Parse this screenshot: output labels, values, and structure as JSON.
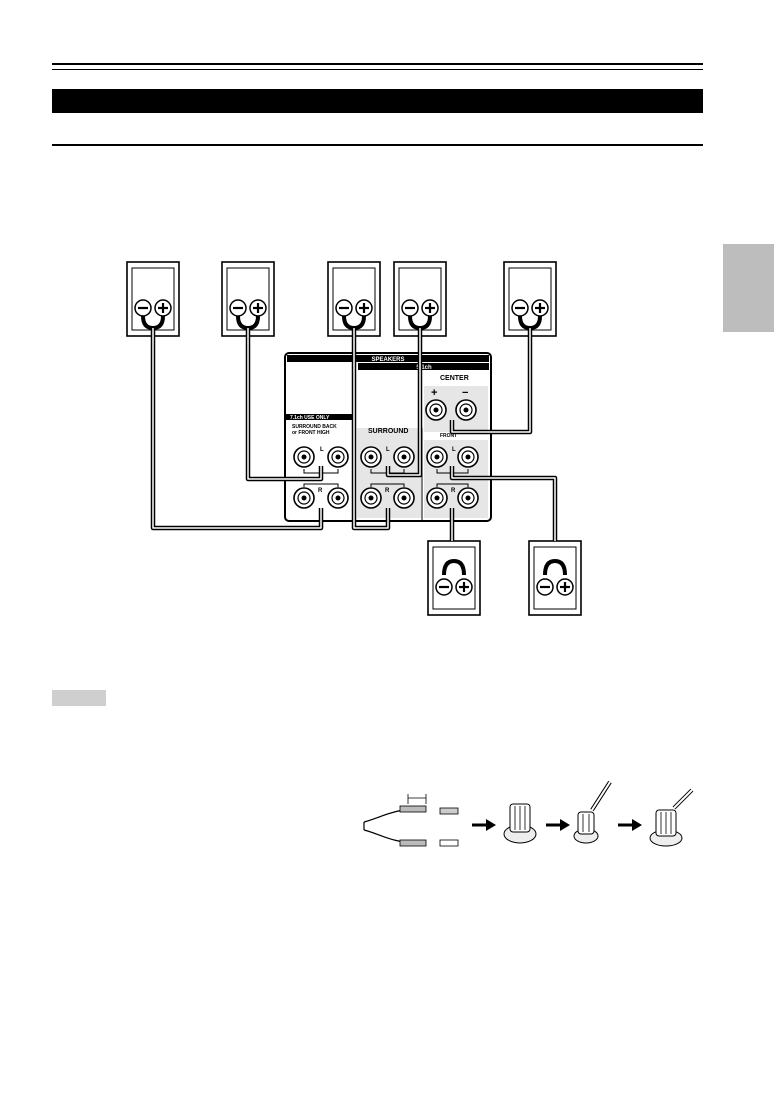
{
  "speaker_panel": {
    "header": "SPEAKERS",
    "section_51": "5.1ch",
    "center_label": "CENTER",
    "surround_label": "SURROUND",
    "only_71_label": "7.1ch USE ONLY",
    "surround_back_label": "SURROUND BACK",
    "front_high_label": "or FRONT HIGH",
    "front_label": "FRONT",
    "left_mark": "L",
    "right_mark": "R"
  },
  "steps": {
    "count": 4
  },
  "colors": {
    "ink": "#000000",
    "side_tab": "#bdbdbd",
    "notes_badge": "#cfcfcf",
    "panel_shade": "#d9d9d9"
  }
}
